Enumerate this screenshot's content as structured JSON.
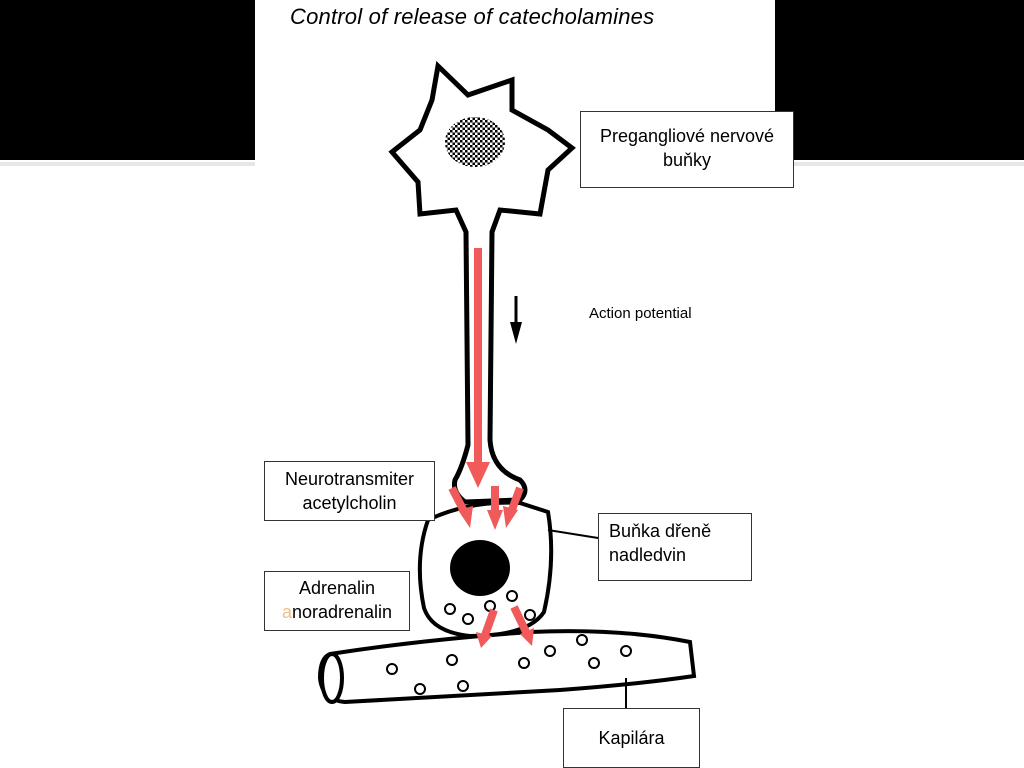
{
  "slide": {
    "title": "Control of release of catecholamines",
    "action_potential": "Action potential",
    "labels": {
      "preganglionic": {
        "line1": "Pregangliové nervové",
        "line2": "buňky"
      },
      "neurotransmitter": {
        "line1": "Neurotransmiter",
        "line2": "acetylcholin"
      },
      "medulla_cell": {
        "line1": "Buňka dřeně",
        "line2": "nadledvin"
      },
      "hormones": {
        "line1": "Adrenalin",
        "prefix": "a",
        "line2": "noradrenalin"
      },
      "capillary": "Kapilára"
    },
    "colors": {
      "arrow_red": "#f05a5a",
      "outline": "#000000",
      "band": "#000000"
    }
  }
}
